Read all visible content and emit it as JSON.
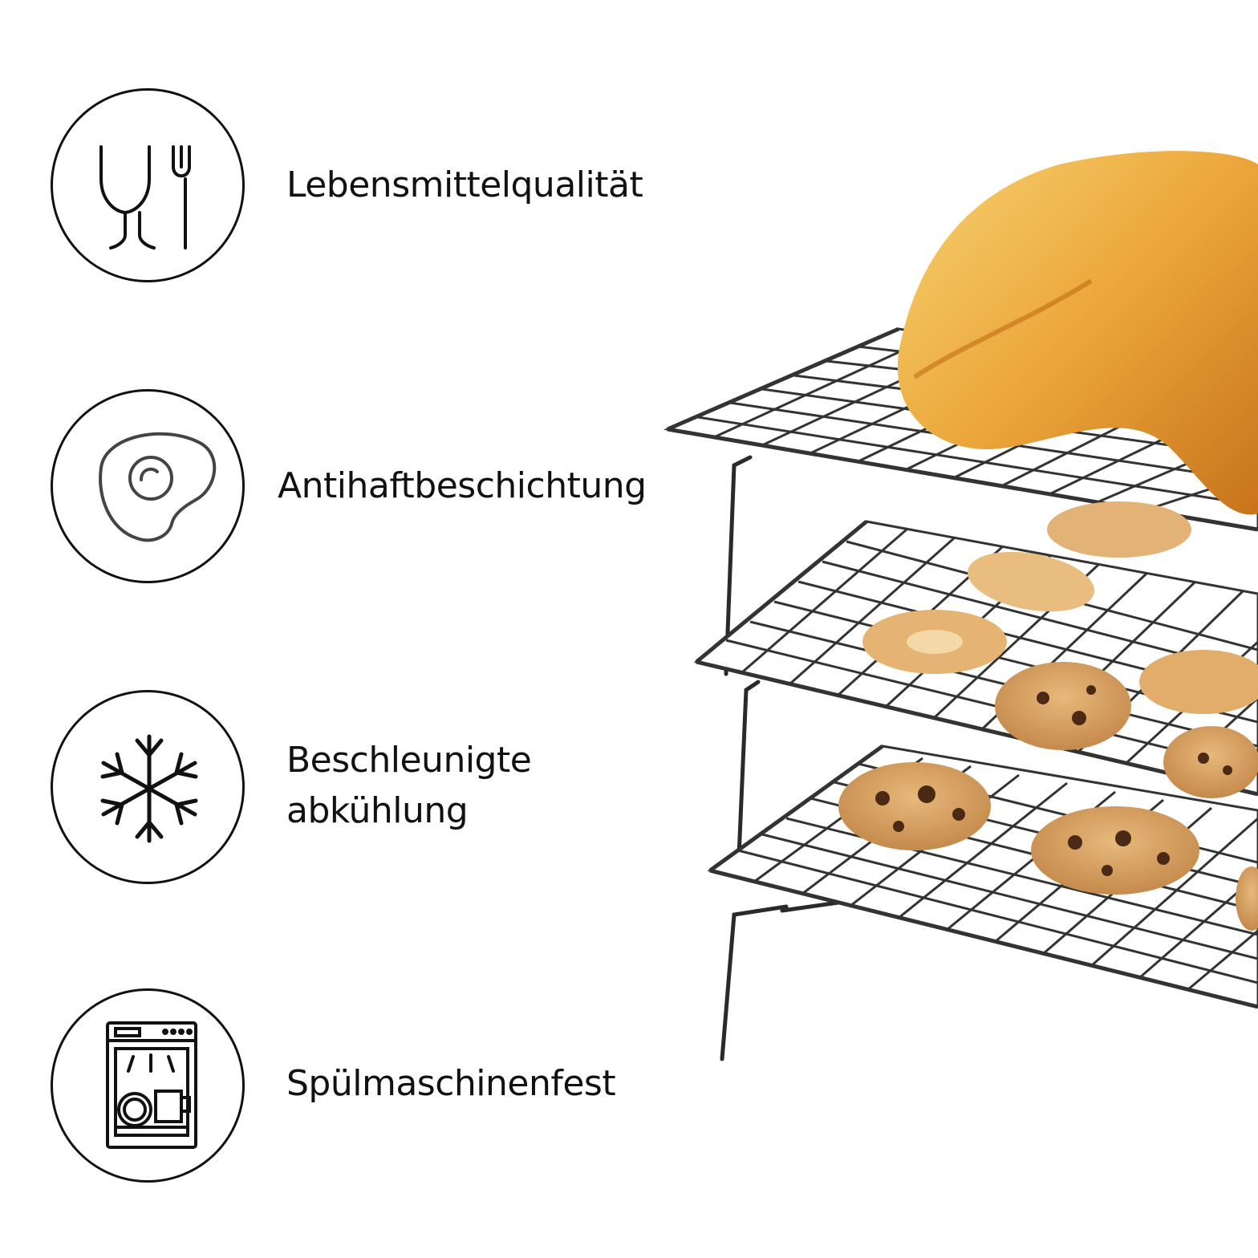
{
  "features": [
    {
      "label": "Lebensmittelqualität",
      "icon": "wineglass-fork-icon"
    },
    {
      "label": "Antihaftbeschichtung",
      "icon": "fried-egg-icon"
    },
    {
      "label_line1": "Beschleunigte",
      "label_line2": "abkühlung",
      "icon": "snowflake-icon"
    },
    {
      "label": "Spülmaschinenfest",
      "icon": "dishwasher-icon"
    }
  ],
  "photo": {
    "subject": "stacked-cooling-rack",
    "colors": {
      "wire": "#2a2a2a",
      "bread": "#e8a030",
      "cookie": "#d9a466",
      "chocolate": "#4a2a15"
    }
  }
}
